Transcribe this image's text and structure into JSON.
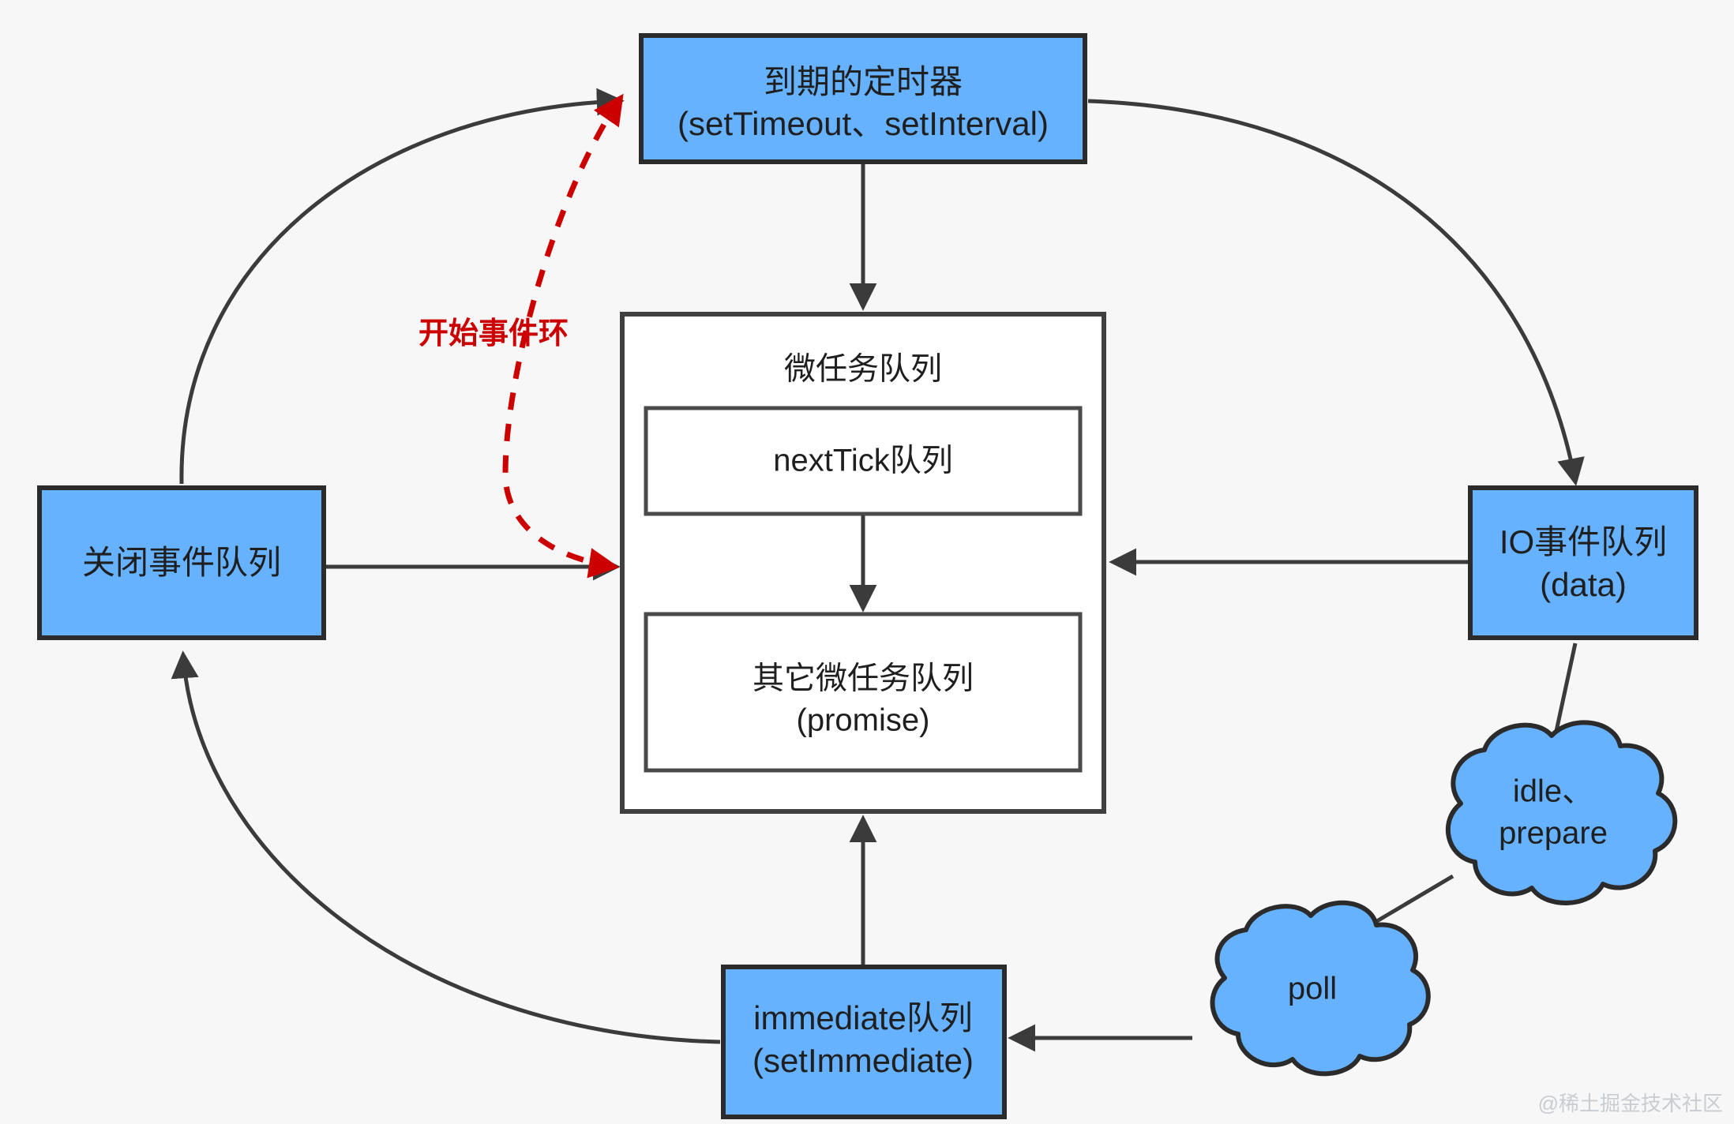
{
  "diagram": {
    "title": "Node.js Event Loop",
    "colors": {
      "node_fill": "#66b2ff",
      "node_stroke": "#2b2b2b",
      "plain_fill": "#ffffff",
      "edge": "#3b3b3b",
      "highlight": "#cc0000",
      "background": "#f7f7f7",
      "watermark": "#c9cdd2"
    },
    "nodes": {
      "timers": {
        "line1": "到期的定时器",
        "line2": "(setTimeout、setInterval)"
      },
      "microtask_container": {
        "title": "微任务队列",
        "next_tick": "nextTick队列",
        "other_line1": "其它微任务队列",
        "other_line2": "(promise)"
      },
      "close_events": {
        "line1": "关闭事件队列"
      },
      "io_events": {
        "line1": "IO事件队列",
        "line2": "(data)"
      },
      "immediate": {
        "line1": "immediate队列",
        "line2": "(setImmediate)"
      },
      "idle_prepare": {
        "line1": "idle、",
        "line2": "prepare"
      },
      "poll": {
        "line1": "poll"
      }
    },
    "annotations": {
      "start_loop": "开始事件环"
    },
    "watermark": "@稀土掘金技术社区"
  }
}
